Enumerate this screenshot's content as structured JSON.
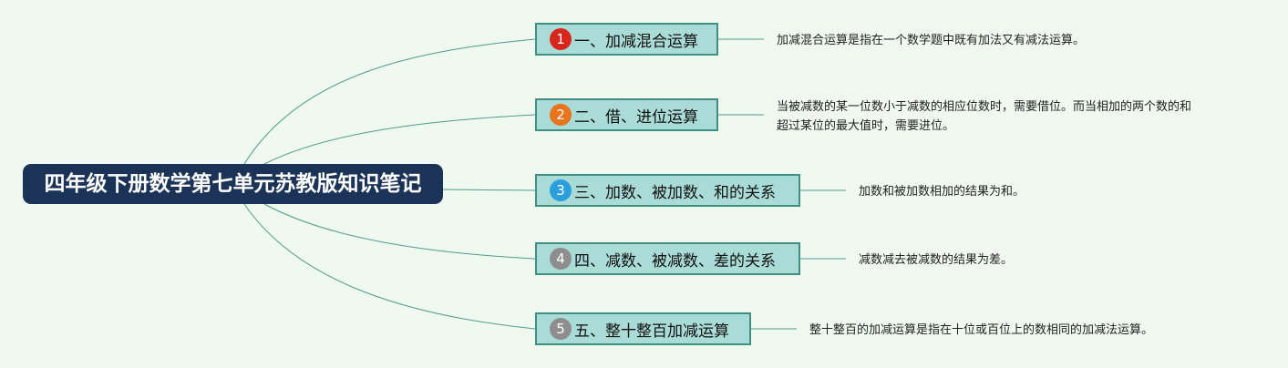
{
  "root": {
    "title": "四年级下册数学第七单元苏教版知识笔记"
  },
  "colors": {
    "background": "#f0f9ef",
    "root_fill": "#1c3358",
    "topic_fill": "#a9dbd7",
    "topic_border": "#3f8f83",
    "connector": "#4f9c8c"
  },
  "topics": [
    {
      "number": "1",
      "label": "一、加减混合运算",
      "badge_color": "#d9261c",
      "note": [
        "加减混合运算是指在一个数学题中既有加法又有减法运算。"
      ]
    },
    {
      "number": "2",
      "label": "二、借、进位运算",
      "badge_color": "#e8741e",
      "note": [
        "当被减数的某一位数小于减数的相应位数时，需要借位。而当相加的两个数的和",
        "超过某位的最大值时，需要进位。"
      ]
    },
    {
      "number": "3",
      "label": "三、加数、被加数、和的关系",
      "badge_color": "#2a9fdc",
      "note": [
        "加数和被加数相加的结果为和。"
      ]
    },
    {
      "number": "4",
      "label": "四、减数、被减数、差的关系",
      "badge_color": "#8e8e8e",
      "note": [
        "减数减去被减数的结果为差。"
      ]
    },
    {
      "number": "5",
      "label": "五、整十整百加减运算",
      "badge_color": "#8e8e8e",
      "note": [
        "整十整百的加减运算是指在十位或百位上的数相同的加减法运算。"
      ]
    }
  ]
}
